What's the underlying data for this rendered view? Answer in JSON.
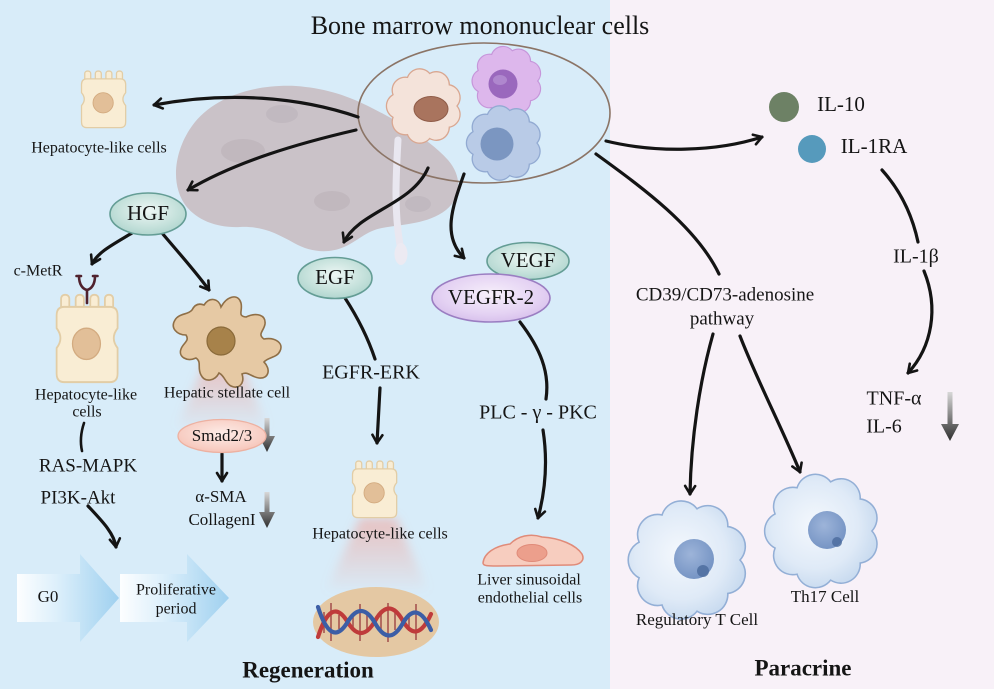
{
  "figure": {
    "title": "Bone marrow mononuclear cells",
    "left_section_label": "Regeneration",
    "right_section_label": "Paracrine"
  },
  "left": {
    "hepatocyte_top_label": "Hepatocyte-like cells",
    "hgf": "HGF",
    "c_metr": "c-MetR",
    "hepatocyte_cell_line1": "Hepatocyte-like",
    "hepatocyte_cell_line2": "cells",
    "stellate_label": "Hepatic stellate cell",
    "smad": "Smad2/3",
    "ras_mapk": "RAS-MAPK",
    "pi3k_akt": "PI3K-Akt",
    "a_sma": "α-SMA",
    "collagen": "CollagenI",
    "g0": "G0",
    "proliferative_line1": "Proliferative",
    "proliferative_line2": "period"
  },
  "middle": {
    "egf": "EGF",
    "egfr_erk": "EGFR-ERK",
    "hepatocyte_mid_label": "Hepatocyte-like cells",
    "vegf": "VEGF",
    "vegfr2": "VEGFR-2",
    "plc_pkc": "PLC - γ - PKC",
    "lsec_line1": "Liver sinusoidal",
    "lsec_line2": "endothelial cells"
  },
  "right": {
    "il10": "IL-10",
    "il1ra": "IL-1RA",
    "il1b": "IL-1β",
    "cd39_line1": "CD39/CD73-adenosine",
    "cd39_line2": "pathway",
    "tnf": "TNF-α",
    "il6": "IL-6",
    "treg_label": "Regulatory T Cell",
    "th17_label": "Th17 Cell"
  },
  "colors": {
    "left_background": "#d8ecf9",
    "right_background": "#f8f1f8",
    "arrow": "#141414",
    "teal_ellipse": "#c3e0da",
    "teal_border": "#649d95",
    "purple_ellipse": "#e4d2f3",
    "pink_ellipse": "#f8cfc5",
    "hepatocyte_cell": "#f9edd4",
    "stellate_cell": "#e6c9a4",
    "liver": "#cac2c8",
    "il10_dot": "#6d8165",
    "il1ra_dot": "#569abc",
    "lymphocyte_cell": "#cfe0f3",
    "blue_phase_arrow": "#9fd0ef"
  }
}
